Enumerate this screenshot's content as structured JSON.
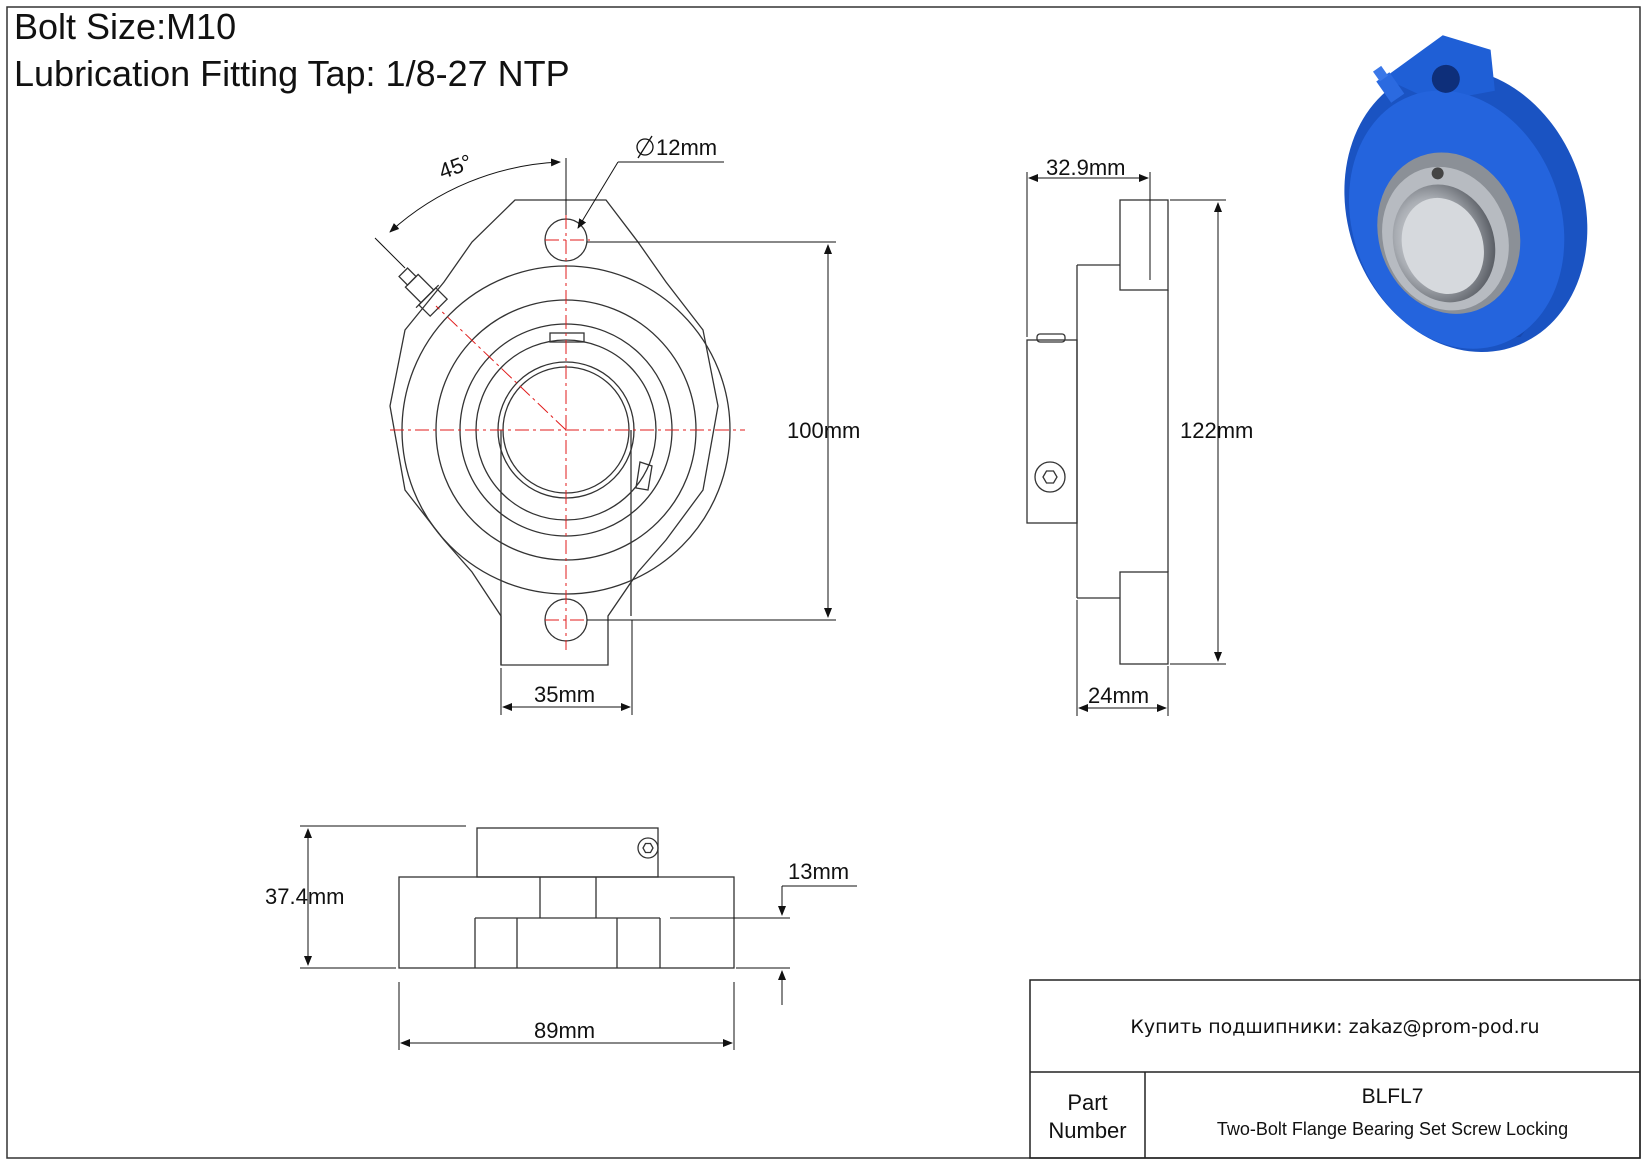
{
  "header": {
    "bolt_size": "Bolt Size:M10",
    "lubrication": "Lubrication Fitting Tap: 1/8-27 NTP"
  },
  "dimensions": {
    "angle": "45°",
    "hole_diameter": "12mm",
    "bolt_spacing": "100mm",
    "flange_width": "35mm",
    "overall_width": "32.9mm",
    "overall_height": "122mm",
    "flange_thickness": "24mm",
    "total_height": "37.4mm",
    "base_thickness": "13mm",
    "length": "89mm"
  },
  "title_block": {
    "order_text": "Купить подшипники: zakaz@prom-pod.ru",
    "part_label_line1": "Part",
    "part_label_line2": "Number",
    "part_number": "BLFL7",
    "description": "Two-Bolt Flange Bearing Set Screw Locking"
  },
  "colors": {
    "line": "#222222",
    "center_line": "#e01b1b",
    "housing_blue": "#1f5fd6",
    "insert_grey": "#9a9fa6"
  }
}
